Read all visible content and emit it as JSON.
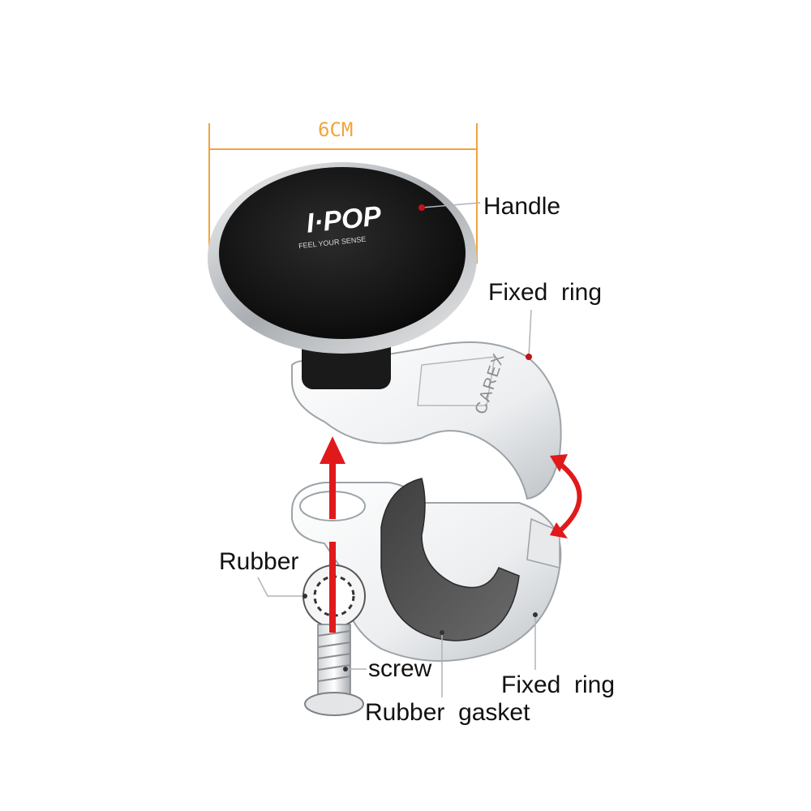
{
  "dimension": {
    "text": "6CM",
    "color": "#f2a43a"
  },
  "logo": {
    "brand": "I·POP",
    "tagline": "FEEL YOUR SENSE"
  },
  "ring_mark": "CAREX",
  "labels": {
    "handle": "Handle",
    "fixed_ring_top": "Fixed  ring",
    "rubber": "Rubber",
    "screw": "screw",
    "rubber_gasket": "Rubber  gasket",
    "fixed_ring_bottom": "Fixed  ring"
  },
  "colors": {
    "arrow": "#e0191b",
    "leader_dot": "#c0151b",
    "knob": "#111111",
    "rim": "#c7cacd",
    "gasket": "#5a5a5a"
  }
}
